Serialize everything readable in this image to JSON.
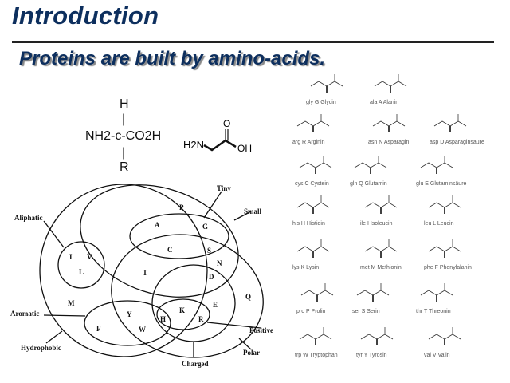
{
  "slide": {
    "title": "Introduction",
    "subtitle": "Proteins are built by amino-acids."
  },
  "formula": {
    "top": "H",
    "bar": "|",
    "main": "NH2-c-CO2H",
    "bottom": "R",
    "glycine_h2n": "H2N",
    "glycine_o": "O",
    "glycine_oh": "OH"
  },
  "venn": {
    "sets": [
      "Tiny",
      "Small",
      "Aliphatic",
      "Aromatic",
      "Hydrophobic",
      "Positive",
      "Polar",
      "Charged"
    ],
    "letters": [
      "P",
      "A",
      "G",
      "C",
      "S",
      "N",
      "I",
      "V",
      "L",
      "T",
      "D",
      "M",
      "E",
      "Q",
      "K",
      "Y",
      "H",
      "R",
      "F",
      "W"
    ]
  },
  "amino_acids": [
    {
      "name": "gly G Glycin"
    },
    {
      "name": "ala A Alanin"
    },
    {
      "name": "arg R Arginin"
    },
    {
      "name": "asn N Asparagin"
    },
    {
      "name": "asp D Asparaginsäure"
    },
    {
      "name": "cys C Cystein"
    },
    {
      "name": "gln Q Glutamin"
    },
    {
      "name": "glu E Glutaminsäure"
    },
    {
      "name": "his H Histidin"
    },
    {
      "name": "ile I Isoleucin"
    },
    {
      "name": "leu L Leucin"
    },
    {
      "name": "lys K Lysin"
    },
    {
      "name": "met M Methionin"
    },
    {
      "name": "phe F Phenylalanin"
    },
    {
      "name": "pro P Prolin"
    },
    {
      "name": "ser S Serin"
    },
    {
      "name": "thr T Threonin"
    },
    {
      "name": "trp W Tryptophan"
    },
    {
      "name": "tyr Y Tyrosin"
    },
    {
      "name": "val V Valin"
    }
  ]
}
